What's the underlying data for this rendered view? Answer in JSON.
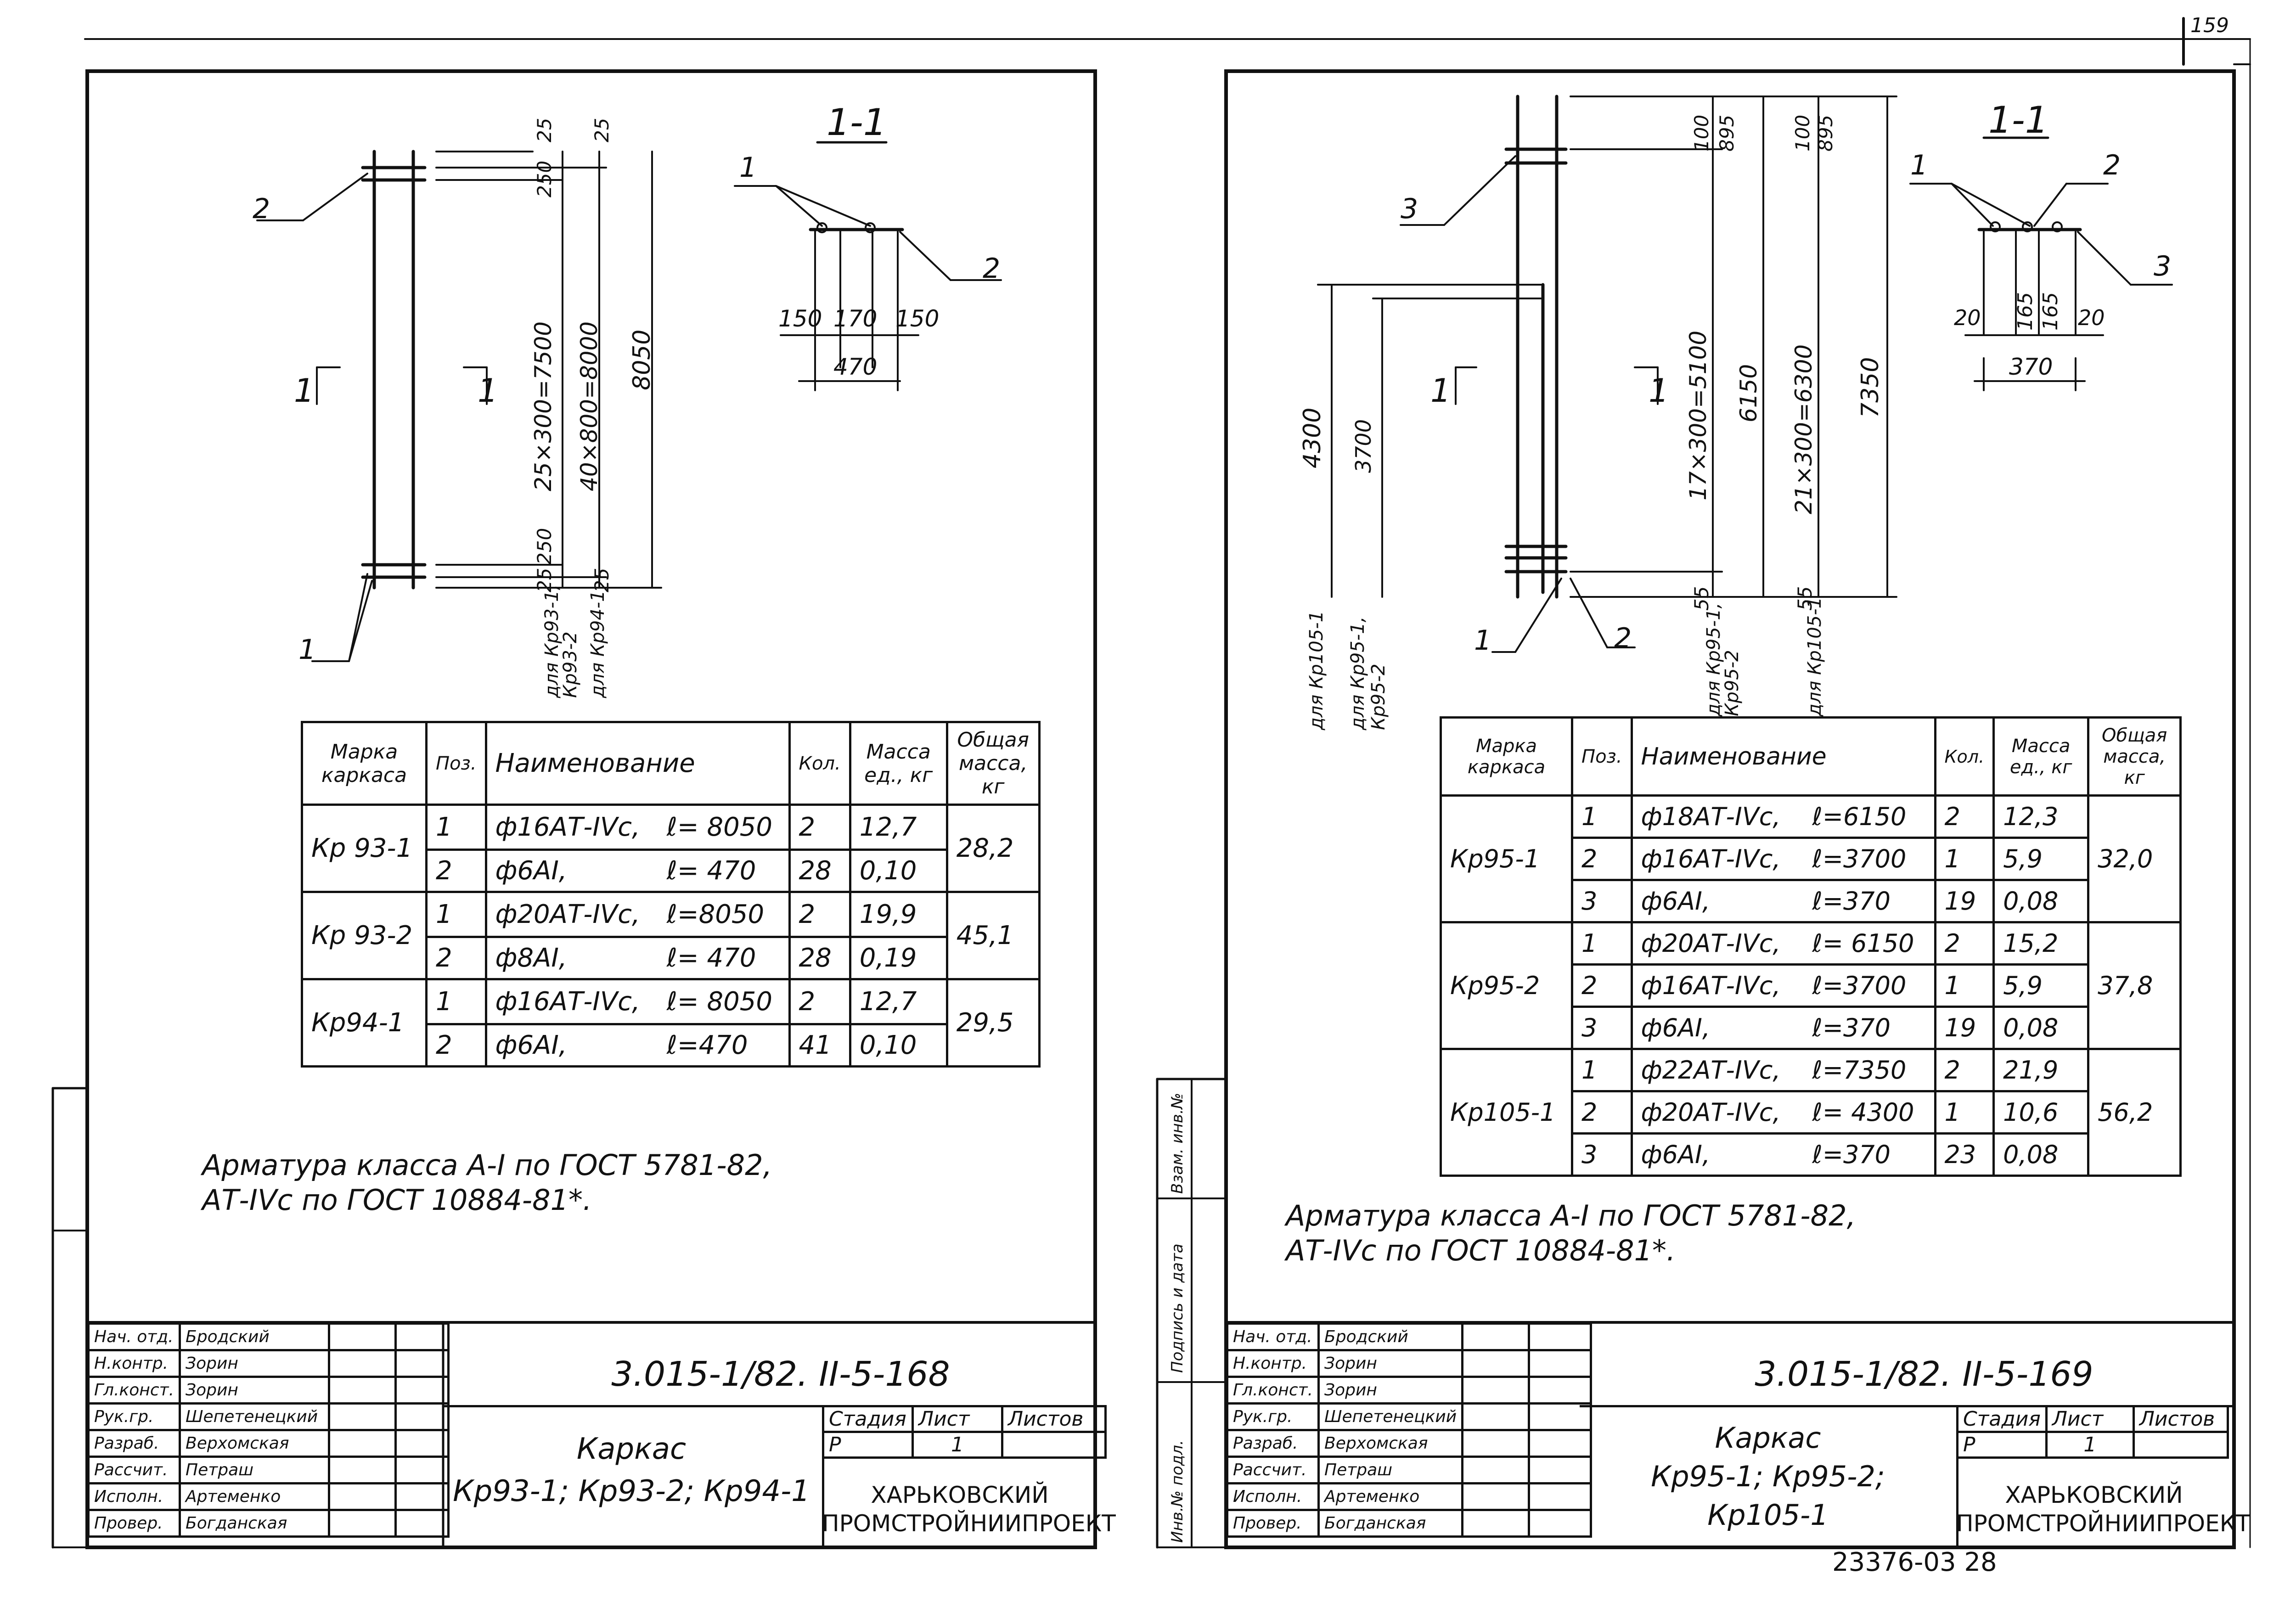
{
  "corner_number": "159",
  "bottom_code": "23376-03  28",
  "left_sheet": {
    "section_label": "1-1",
    "view_mark": "1",
    "section_callouts": [
      "1",
      "2"
    ],
    "elevation_callouts": [
      "1",
      "2"
    ],
    "section_dims": [
      "150",
      "170",
      "150",
      "470"
    ],
    "elevation_dims": [
      "25",
      "25",
      "250",
      "25×300=7500",
      "40×800=8000",
      "8050",
      "250",
      "25",
      "25"
    ],
    "for_marks": [
      "для Кр93-1,",
      "Кр93-2",
      "для Кр94-1"
    ],
    "spec": {
      "headers": [
        "Марка каркаса",
        "Поз.",
        "Наименование",
        "Кол.",
        "Масса ед., кг",
        "Общая масса, кг"
      ],
      "groups": [
        {
          "mark": "Кр 93-1",
          "total": "28,2",
          "rows": [
            {
              "pos": "1",
              "name": "ф16АТ-IVс,",
              "len": "ℓ= 8050",
              "qty": "2",
              "mass": "12,7"
            },
            {
              "pos": "2",
              "name": "ф6АI,",
              "len": "ℓ= 470",
              "qty": "28",
              "mass": "0,10"
            }
          ]
        },
        {
          "mark": "Кр 93-2",
          "total": "45,1",
          "rows": [
            {
              "pos": "1",
              "name": "ф20АТ-IVс,",
              "len": "ℓ=8050",
              "qty": "2",
              "mass": "19,9"
            },
            {
              "pos": "2",
              "name": "ф8АI,",
              "len": "ℓ= 470",
              "qty": "28",
              "mass": "0,19"
            }
          ]
        },
        {
          "mark": "Кр94-1",
          "total": "29,5",
          "rows": [
            {
              "pos": "1",
              "name": "ф16АТ-IVс,",
              "len": "ℓ= 8050",
              "qty": "2",
              "mass": "12,7"
            },
            {
              "pos": "2",
              "name": "ф6АI,",
              "len": "ℓ=470",
              "qty": "41",
              "mass": "0,10"
            }
          ]
        }
      ]
    },
    "note_lines": [
      "Арматура класса А-I по ГОСТ 5781-82,",
      "АТ-IVс по ГОСТ 10884-81*."
    ],
    "stamp": {
      "roles": [
        "Нач. отд.",
        "Н.контр.",
        "Гл.конст.",
        "Рук.гр.",
        "Разраб.",
        "Рассчит.",
        "Исполн.",
        "Провер."
      ],
      "names": [
        "Бродский",
        "Зорин",
        "Зорин",
        "Шепетенецкий",
        "Верхомская",
        "Петраш",
        "Артеменко",
        "Богданская"
      ],
      "doc_code": "3.015-1/82. II-5-168",
      "title_lines": [
        "Каркас",
        "Кр93-1; Кр93-2; Кр94-1"
      ],
      "stage_label": "Стадия",
      "sheet_label": "Лист",
      "sheets_label": "Листов",
      "stage": "Р",
      "sheet": "1",
      "org_lines": [
        "ХАРЬКОВСКИЙ",
        "ПРОМСТРОЙНИИПРОЕКТ"
      ]
    }
  },
  "right_sheet": {
    "section_label": "1-1",
    "view_mark": "1",
    "section_callouts": [
      "1",
      "2",
      "3"
    ],
    "elevation_callouts": [
      "3",
      "1",
      "2"
    ],
    "section_dims": [
      "20",
      "165",
      "165",
      "20",
      "370"
    ],
    "elevation_dims": [
      "100",
      "895",
      "100",
      "895",
      "4300",
      "3700",
      "17×300=5100",
      "6150",
      "21×300=6300",
      "7350",
      "55",
      "55"
    ],
    "for_marks": [
      "для Кр105-1",
      "для Кр95-1,",
      "Кр95-2",
      "для Кр95-1,",
      "Кр95-2",
      "для Кр105-1"
    ],
    "spec": {
      "headers": [
        "Марка каркаса",
        "Поз.",
        "Наименование",
        "Кол.",
        "Масса ед., кг",
        "Общая масса, кг"
      ],
      "groups": [
        {
          "mark": "Кр95-1",
          "total": "32,0",
          "rows": [
            {
              "pos": "1",
              "name": "ф18АТ-IVс,",
              "len": "ℓ=6150",
              "qty": "2",
              "mass": "12,3"
            },
            {
              "pos": "2",
              "name": "ф16АТ-IVс,",
              "len": "ℓ=3700",
              "qty": "1",
              "mass": "5,9"
            },
            {
              "pos": "3",
              "name": "ф6АI,",
              "len": "ℓ=370",
              "qty": "19",
              "mass": "0,08"
            }
          ]
        },
        {
          "mark": "Кр95-2",
          "total": "37,8",
          "rows": [
            {
              "pos": "1",
              "name": "ф20АТ-IVс,",
              "len": "ℓ= 6150",
              "qty": "2",
              "mass": "15,2"
            },
            {
              "pos": "2",
              "name": "ф16АТ-IVс,",
              "len": "ℓ=3700",
              "qty": "1",
              "mass": "5,9"
            },
            {
              "pos": "3",
              "name": "ф6АI,",
              "len": "ℓ=370",
              "qty": "19",
              "mass": "0,08"
            }
          ]
        },
        {
          "mark": "Кр105-1",
          "total": "56,2",
          "rows": [
            {
              "pos": "1",
              "name": "ф22АТ-IVс,",
              "len": "ℓ=7350",
              "qty": "2",
              "mass": "21,9"
            },
            {
              "pos": "2",
              "name": "ф20АТ-IVс,",
              "len": "ℓ= 4300",
              "qty": "1",
              "mass": "10,6"
            },
            {
              "pos": "3",
              "name": "ф6АI,",
              "len": "ℓ=370",
              "qty": "23",
              "mass": "0,08"
            }
          ]
        }
      ]
    },
    "note_lines": [
      "Арматура класса А-I по ГОСТ 5781-82,",
      "АТ-IVс по ГОСТ 10884-81*."
    ],
    "side_labels": [
      "Инв.№ подл.",
      "Подпись и дата",
      "Взам. инв.№"
    ],
    "stamp": {
      "roles": [
        "Нач. отд.",
        "Н.контр.",
        "Гл.конст.",
        "Рук.гр.",
        "Разраб.",
        "Рассчит.",
        "Исполн.",
        "Провер."
      ],
      "names": [
        "Бродский",
        "Зорин",
        "Зорин",
        "Шепетенецкий",
        "Верхомская",
        "Петраш",
        "Артеменко",
        "Богданская"
      ],
      "doc_code": "3.015-1/82. II-5-169",
      "title_lines": [
        "Каркас",
        "Кр95-1; Кр95-2;",
        "Кр105-1"
      ],
      "stage_label": "Стадия",
      "sheet_label": "Лист",
      "sheets_label": "Листов",
      "stage": "Р",
      "sheet": "1",
      "org_lines": [
        "ХАРЬКОВСКИЙ",
        "ПРОМСТРОЙНИИПРОЕКТ"
      ]
    }
  }
}
